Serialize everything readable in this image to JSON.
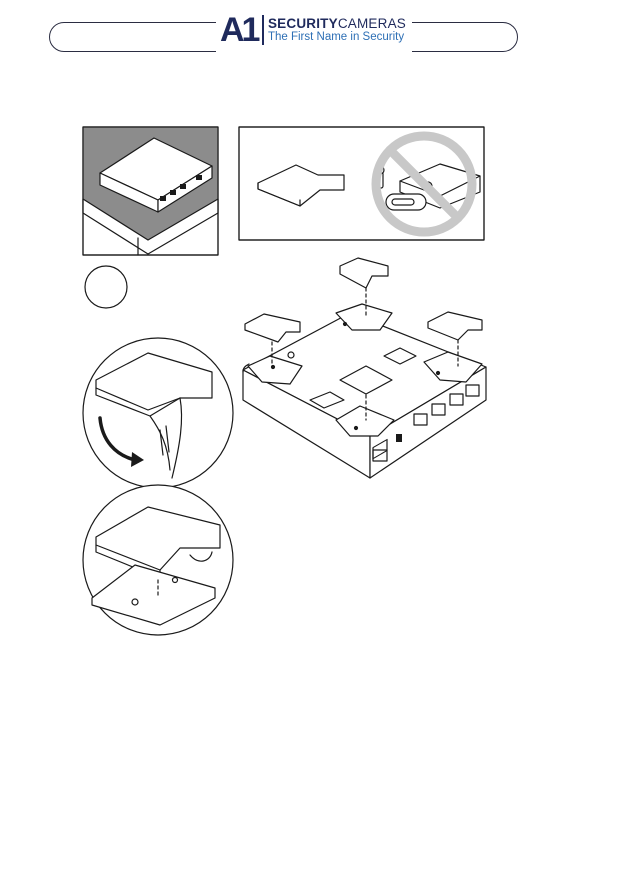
{
  "header": {
    "logo_mark": "A1",
    "brand_bold": "SECURITY",
    "brand_light": "CAMERAS",
    "tagline": "The First Name in Security"
  },
  "colors": {
    "brand_navy": "#1f2a5c",
    "brand_blue": "#2d6fb5",
    "prohibition": "#c8c8c8",
    "line": "#1a1a1a"
  }
}
